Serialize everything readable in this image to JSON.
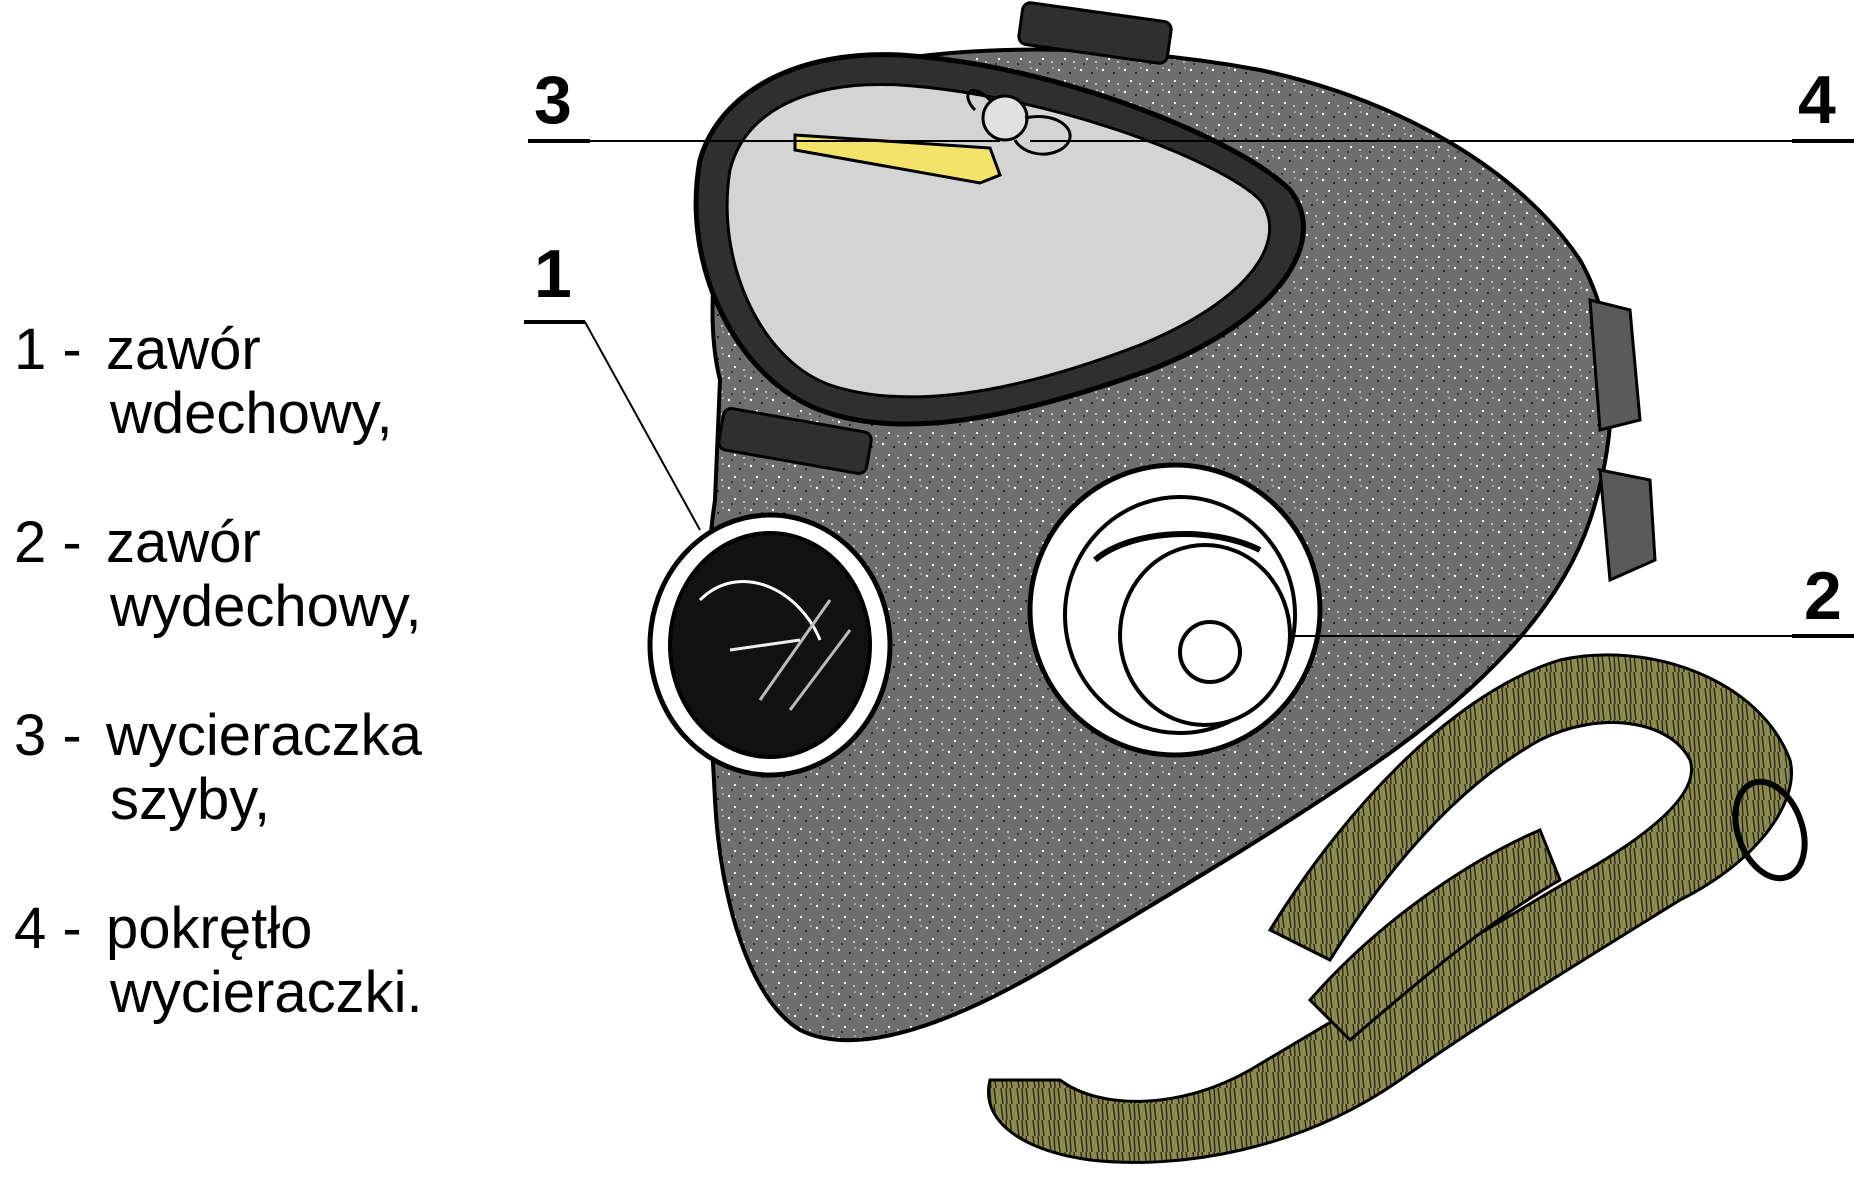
{
  "legend": [
    {
      "num": "1",
      "line1": "zawór",
      "line2": "wdechowy,"
    },
    {
      "num": "2",
      "line1": "zawór",
      "line2": "wydechowy,"
    },
    {
      "num": "3",
      "line1": "wycieraczka",
      "line2": "szyby,"
    },
    {
      "num": "4",
      "line1": "pokrętło",
      "line2": "wycieraczki."
    }
  ],
  "callouts": {
    "c1": "1",
    "c2": "2",
    "c3": "3",
    "c4": "4"
  },
  "colors": {
    "mask": "#6d6d6d",
    "visor": "#d4d4d4",
    "visor_frame": "#3a3a3a",
    "strap": "#8a8a55",
    "wiper": "#f3e36a",
    "outline": "#000000"
  }
}
